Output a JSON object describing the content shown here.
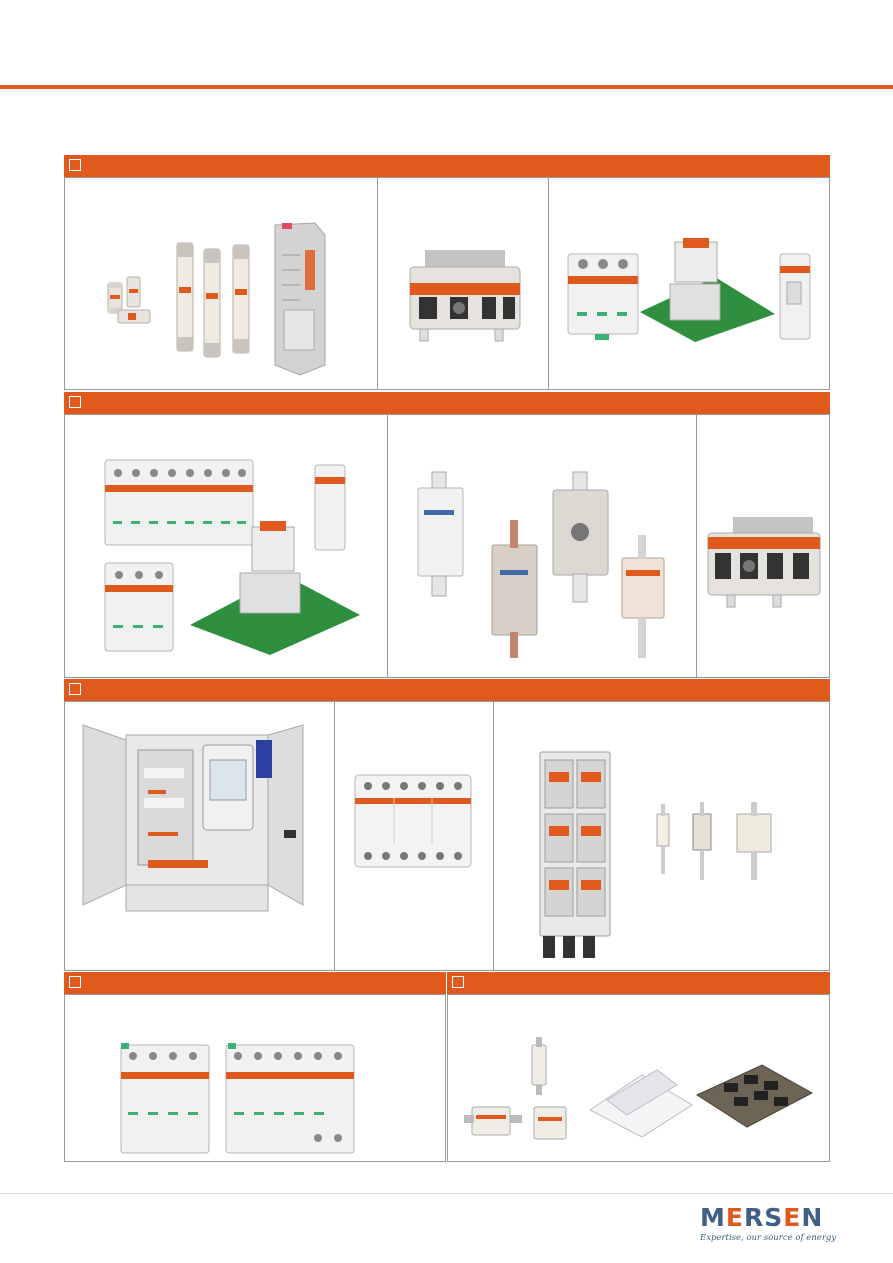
{
  "colors": {
    "accent": "#e05a1e",
    "border": "#9a9a9a",
    "logo_blue": "#3f5f86"
  },
  "sections": [
    {
      "id": "A",
      "panels": [
        "fuses-and-fuse-holder",
        "dc-switch",
        "surge-protection-devices"
      ]
    },
    {
      "id": "B",
      "panels": [
        "surge-protection-devices",
        "nh-fuses-and-fuse-base",
        "dc-switch"
      ]
    },
    {
      "id": "C",
      "panels": [
        "combiner-box",
        "surge-protection-device",
        "fuse-switch-and-nh-fuses"
      ]
    },
    {
      "id": "D",
      "panels": [
        "surge-protection-devices"
      ]
    },
    {
      "id": "E",
      "panels": [
        "fuses-busbars-and-power-electronics"
      ]
    }
  ],
  "footer": {
    "logo_text_1": "M",
    "logo_text_2": "E",
    "logo_text_3": "RS",
    "logo_text_4": "E",
    "logo_text_5": "N",
    "tagline": "Expertise, our source of energy"
  }
}
